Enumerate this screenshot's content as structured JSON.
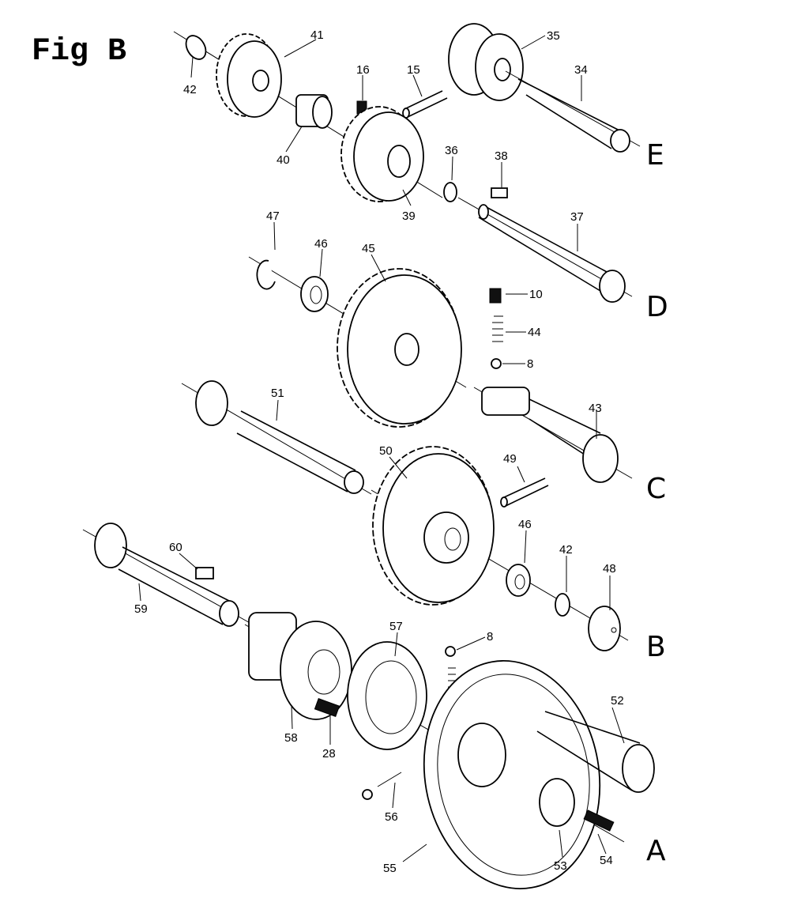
{
  "figure_title": "Fig B",
  "axis_letters": [
    "E",
    "D",
    "C",
    "B",
    "A"
  ],
  "part_labels": [
    "42",
    "41",
    "40",
    "16",
    "15",
    "39",
    "36",
    "35",
    "34",
    "38",
    "37",
    "47",
    "46",
    "45",
    "10",
    "44",
    "8",
    "51",
    "43",
    "50",
    "49",
    "46",
    "42",
    "48",
    "60",
    "59",
    "57",
    "8",
    "58",
    "28",
    "52",
    "56",
    "55",
    "53",
    "54"
  ]
}
